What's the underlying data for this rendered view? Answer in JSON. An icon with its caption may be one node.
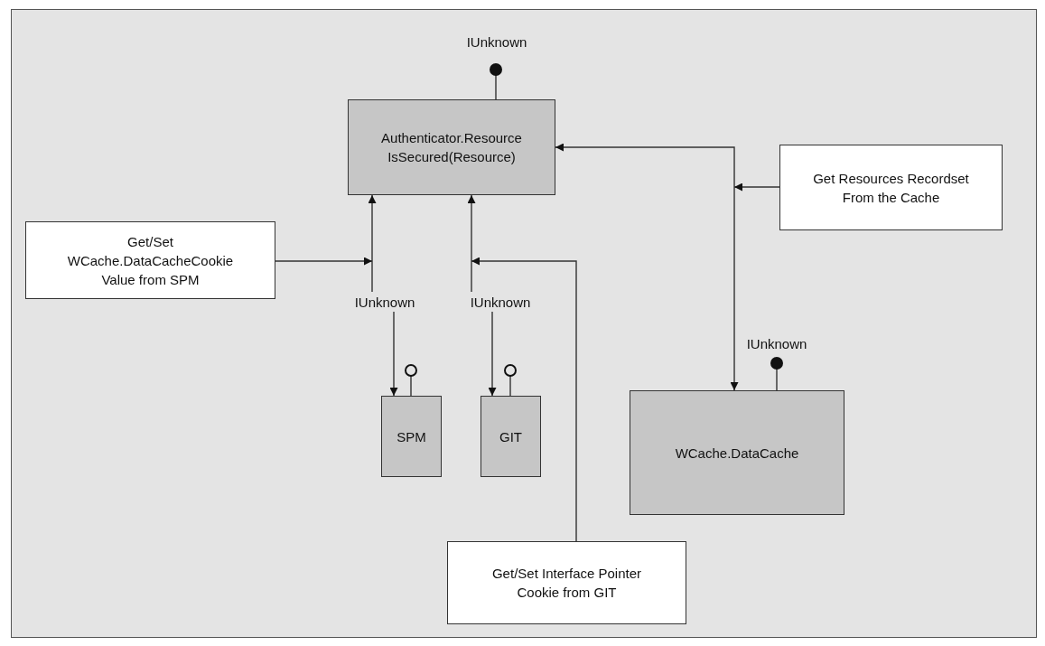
{
  "diagram": {
    "nodes": [
      {
        "text": [
          "Authenticator.Resource IsSecured(Resource)"
        ]
      },
      {
        "text": [
          "Get/Set WCache.DataCacheCookie Value from SPM"
        ]
      },
      {
        "text": [
          "Get Resources Recordset From the Cache"
        ]
      },
      {
        "text": [
          "IUnknown"
        ]
      },
      {
        "text": [
          "IUnknown"
        ]
      },
      {
        "text": [
          "SPM"
        ]
      },
      {
        "text": [
          "GIT"
        ]
      },
      {
        "text": [
          "WCache.DataCache"
        ]
      },
      {
        "text": [
          "Get/Set Interface Pointer Cookie from GIT"
        ]
      }
    ],
    "edges": [
      {
        "from": 3,
        "to": 0,
        "arrow": "to"
      },
      {
        "from": 3,
        "to": 5,
        "arrow": "to"
      },
      {
        "from": 4,
        "to": 0,
        "arrow": "to"
      },
      {
        "from": 4,
        "to": 6,
        "arrow": "to"
      },
      {
        "from": 1,
        "to": 3,
        "arrow": "to"
      },
      {
        "from": 8,
        "to": 4,
        "arrow": "to"
      },
      {
        "from": 2,
        "to": null,
        "arrow": "to"
      },
      {
        "from": 0,
        "to": 7,
        "arrow": "both"
      }
    ],
    "labels": [
      "IUnknown",
      "IUnknown"
    ]
  }
}
